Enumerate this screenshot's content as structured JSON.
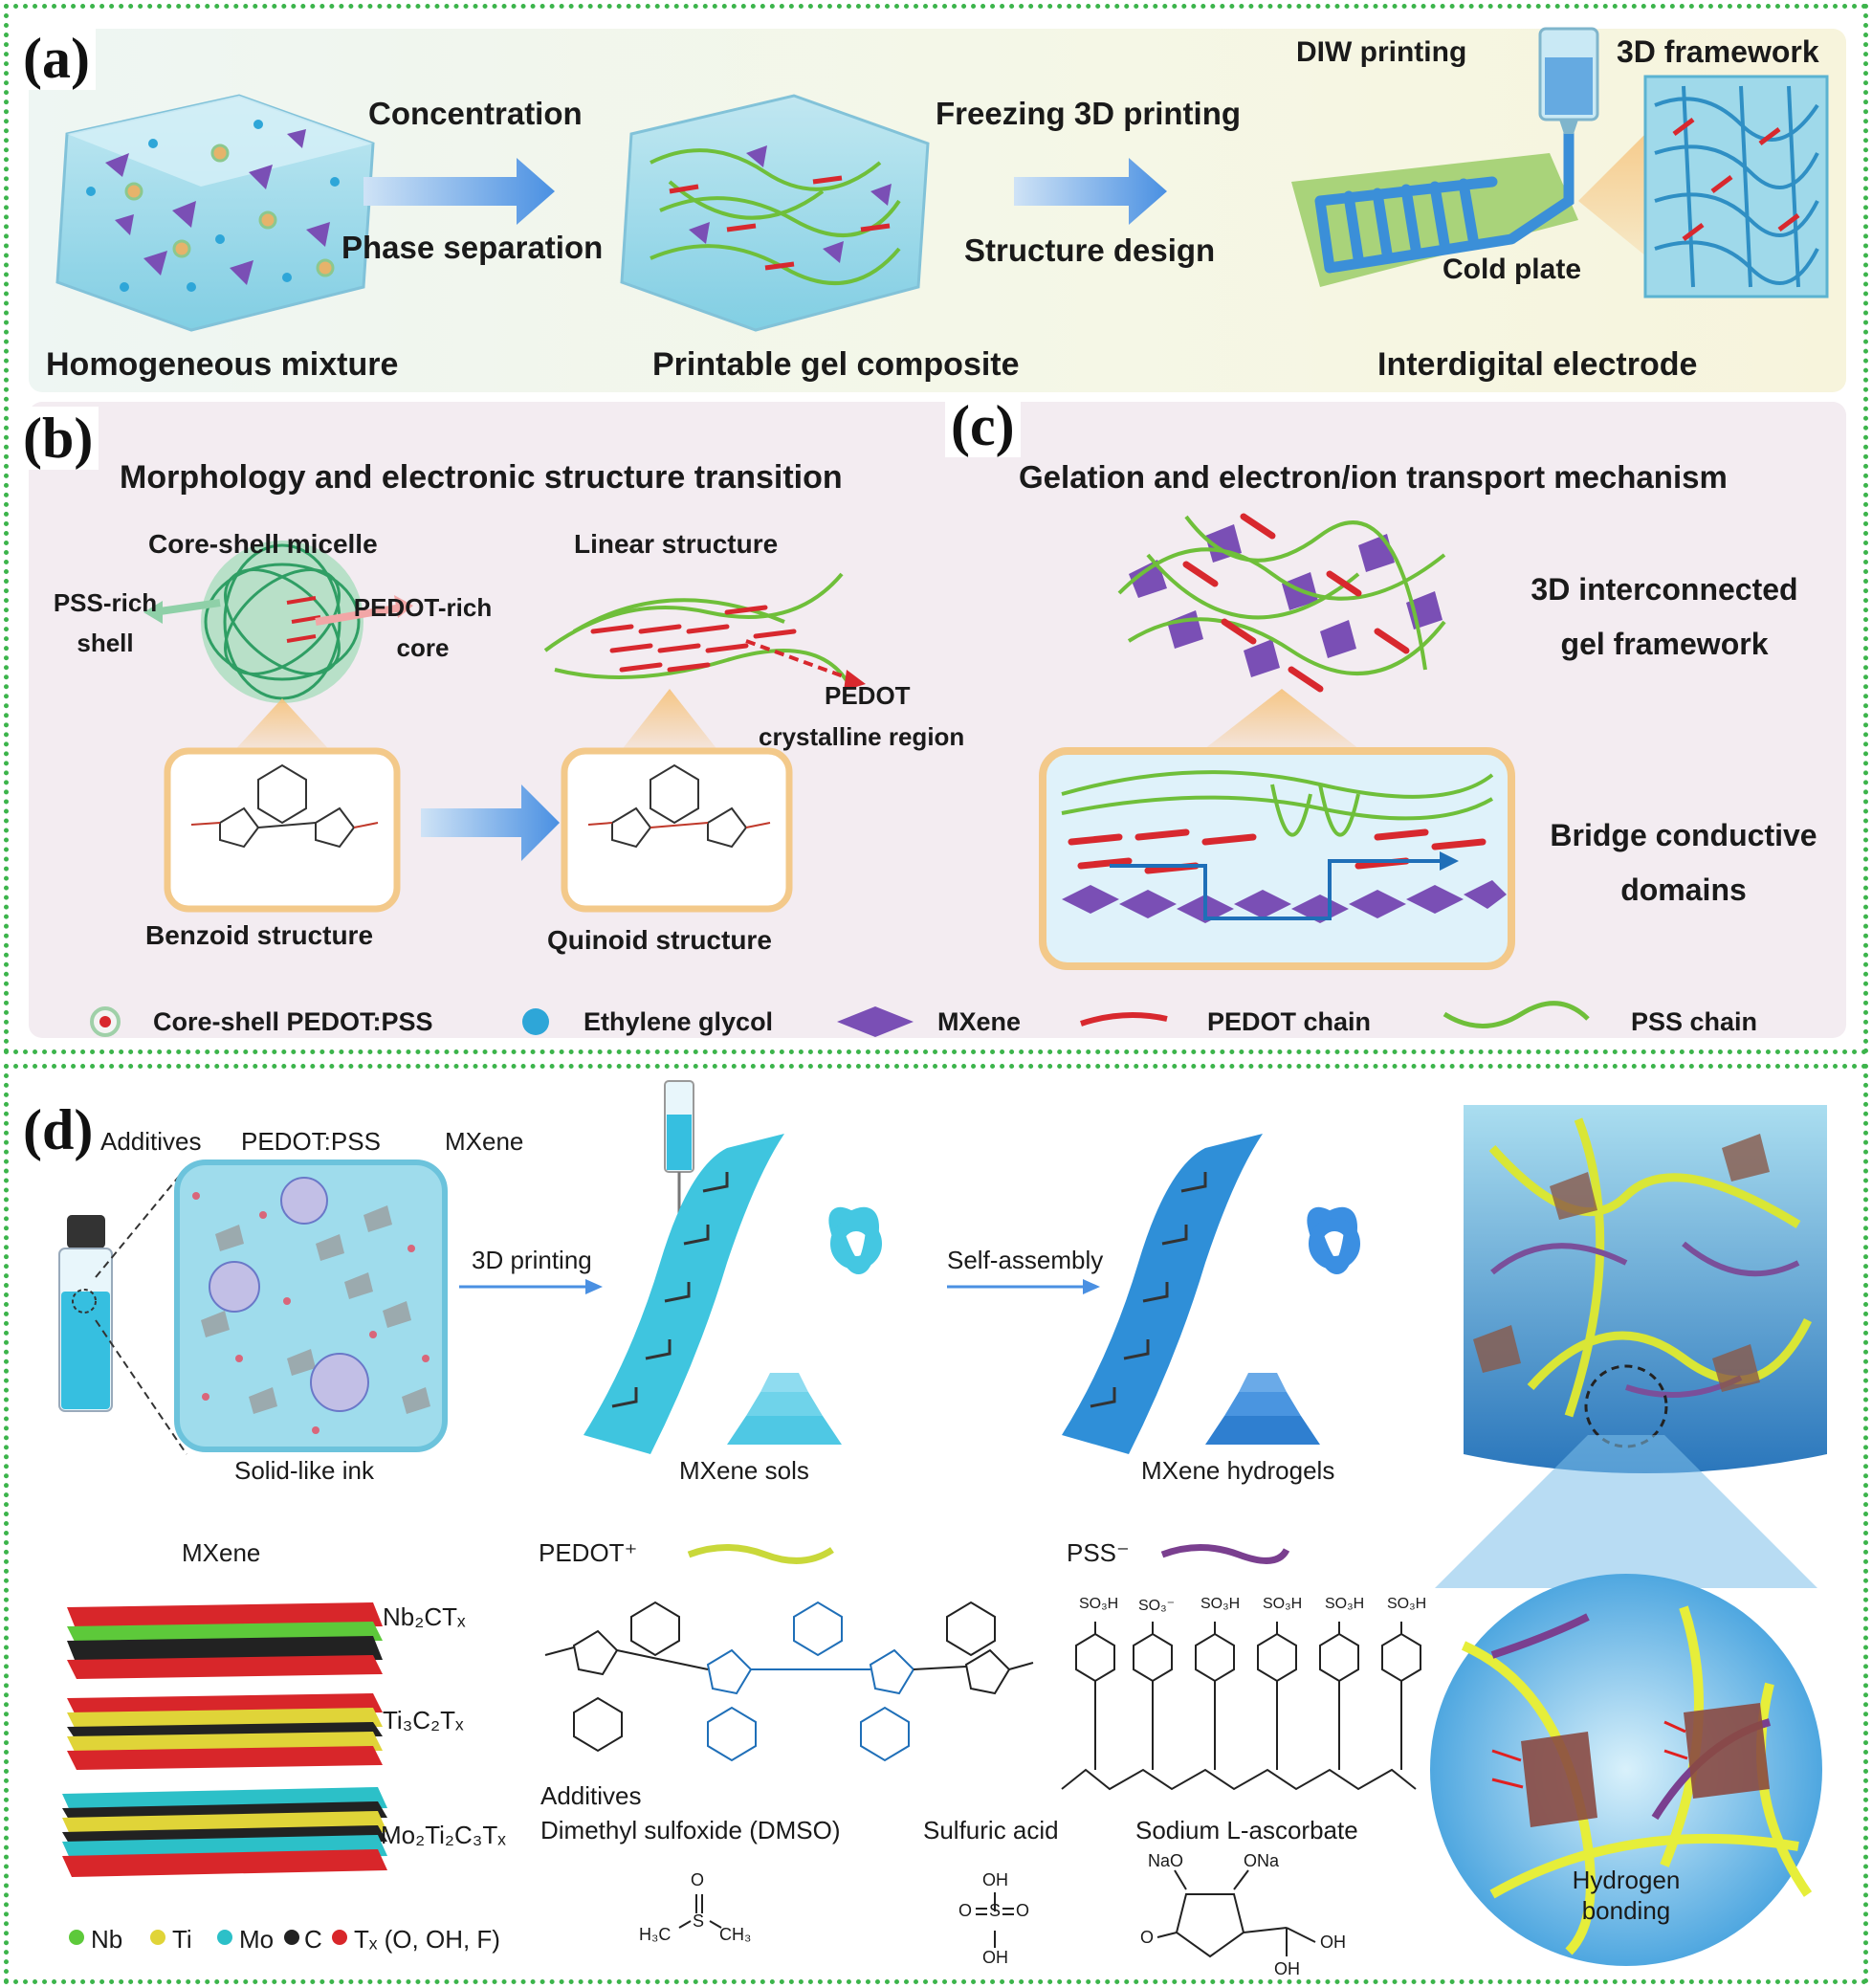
{
  "panel_a": {
    "letter": "(a)",
    "step1": "Concentration",
    "step1b": "Phase separation",
    "step2": "Freezing 3D printing",
    "step2b": "Structure design",
    "diw": "DIW printing",
    "cold": "Cold plate",
    "framework": "3D framework",
    "cap1": "Homogeneous mixture",
    "cap2": "Printable gel composite",
    "cap3": "Interdigital electrode"
  },
  "panel_b": {
    "letter": "(b)",
    "title": "Morphology and electronic structure transition",
    "micelle": "Core-shell micelle",
    "linear": "Linear structure",
    "pss1": "PSS-rich",
    "pss2": "shell",
    "pedot1": "PEDOT-rich",
    "pedot2": "core",
    "cry1": "PEDOT",
    "cry2": "crystalline region",
    "benzoid": "Benzoid structure",
    "quinoid": "Quinoid structure"
  },
  "panel_c": {
    "letter": "(c)",
    "title": "Gelation and electron/ion transport mechanism",
    "net1": "3D interconnected",
    "net2": "gel framework",
    "br1": "Bridge conductive",
    "br2": "domains"
  },
  "legend": {
    "core_shell": "Core-shell PEDOT:PSS",
    "eg": "Ethylene glycol",
    "mxene": "MXene",
    "pedot_chain": "PEDOT chain",
    "pss_chain": "PSS chain"
  },
  "panel_d": {
    "letter": "(d)",
    "additives": "Additives",
    "pedotpss": "PEDOT:PSS",
    "mxene": "MXene",
    "printing": "3D printing",
    "selfassembly": "Self-assembly",
    "ink": "Solid-like ink",
    "sols": "MXene sols",
    "hydrogels": "MXene hydrogels",
    "mxene_title": "MXene",
    "m1": "Nb₂CTₓ",
    "m2": "Ti₃C₂Tₓ",
    "m3": "Mo₂Ti₂C₃Tₓ",
    "pedot_plus": "PEDOT⁺",
    "pss_minus": "PSS⁻",
    "so3h": "SO₃H",
    "so3m": "SO₃⁻",
    "add_title": "Additives",
    "dmso": "Dimethyl sulfoxide (DMSO)",
    "sulfuric": "Sulfuric acid",
    "ascorbate": "Sodium L-ascorbate",
    "h3c": "H₃C",
    "ch3": "CH₃",
    "s": "S",
    "o": "O",
    "oh": "OH",
    "nao": "NaO",
    "ona": "ONa",
    "hb1": "Hydrogen",
    "hb2": "bonding",
    "el_nb": "Nb",
    "el_ti": "Ti",
    "el_mo": "Mo",
    "el_c": "C",
    "el_tx": "Tₓ (O, OH, F)"
  },
  "colors": {
    "frame": "#3cb44b",
    "pedot": "#d8282e",
    "pss": "#6fbf3a",
    "mxene": "#7a4fb5",
    "water": "#6ec9e6",
    "arrow": "#4a90e2"
  }
}
